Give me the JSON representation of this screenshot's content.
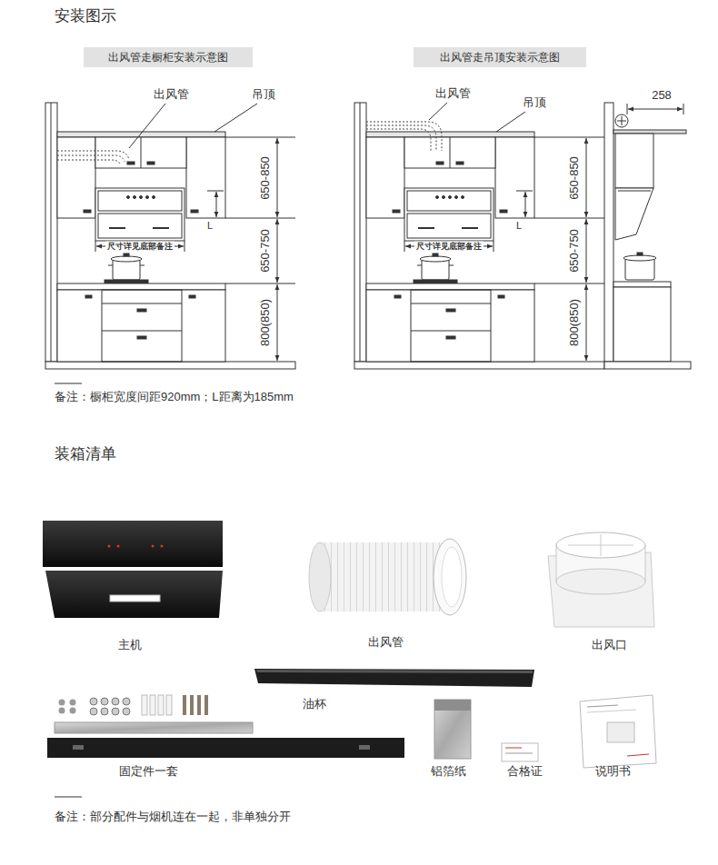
{
  "diagram": {
    "title": "安装图示",
    "nodes": [
      {
        "text": [
          "出风管走橱柜安装示意图"
        ]
      },
      {
        "text": [
          "出风管走吊顶安装示意图"
        ]
      }
    ],
    "labels": [
      "出风管",
      "吊顶",
      "L",
      "尺寸详见底部备注",
      "650-850",
      "650-750",
      "800(850)",
      "出风管",
      "吊顶",
      "L",
      "尺寸详见底部备注",
      "650-850",
      "650-750",
      "800(850)",
      "258",
      "备注：橱柜宽度间距920mm；L距离为185mm",
      "装箱清单",
      "主机",
      "出风管",
      "出风口",
      "油杯",
      "固定件一套",
      "铝箔纸",
      "合格证",
      "说明书",
      "备注：部分配件与烟机连在一起，非单独分开"
    ]
  }
}
